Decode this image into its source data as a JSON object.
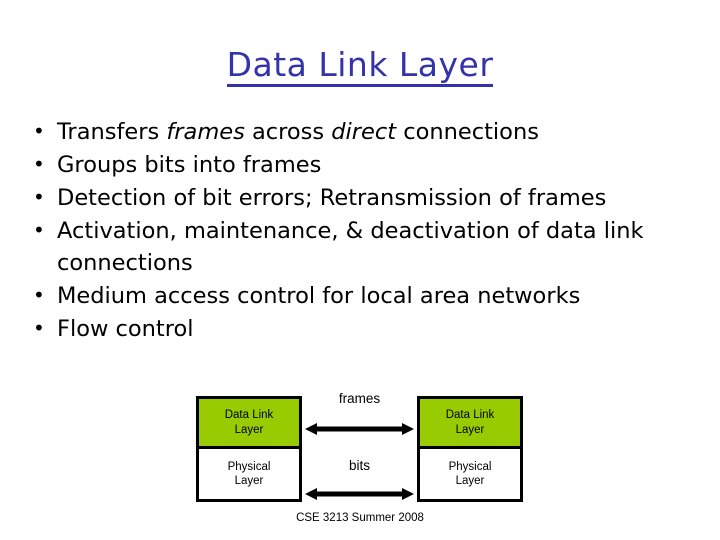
{
  "slide": {
    "title": "Data Link Layer",
    "title_color": "#3333AA",
    "background_color": "#FFFFFF",
    "text_color": "#000000"
  },
  "bullets": [
    {
      "marker": "•",
      "segments": [
        {
          "text": "Transfers ",
          "italic": false
        },
        {
          "text": "frames",
          "italic": true
        },
        {
          "text": " across ",
          "italic": false
        },
        {
          "text": "direct",
          "italic": true
        },
        {
          "text": " connections",
          "italic": false
        }
      ],
      "plain": "Transfers frames across direct connections"
    },
    {
      "marker": "•",
      "segments": [
        {
          "text": "Groups bits into frames",
          "italic": false
        }
      ],
      "plain": "Groups bits into frames"
    },
    {
      "marker": "•",
      "segments": [
        {
          "text": "Detection of bit errors;  Retransmission of frames",
          "italic": false
        }
      ],
      "plain": "Detection of bit errors;  Retransmission of frames"
    },
    {
      "marker": "•",
      "segments": [
        {
          "text": "Activation, maintenance, & deactivation of data link connections",
          "italic": false
        }
      ],
      "plain": "Activation, maintenance, & deactivation of data link connections"
    },
    {
      "marker": "•",
      "segments": [
        {
          "text": "Medium access control for local area networks",
          "italic": false
        }
      ],
      "plain": "Medium access control for local area networks"
    },
    {
      "marker": "•",
      "segments": [
        {
          "text": "Flow control",
          "italic": false
        }
      ],
      "plain": "Flow control"
    }
  ],
  "diagram": {
    "left_stack": {
      "data_link": {
        "line1": "Data Link",
        "line2": "Layer",
        "fill": "#99CC00"
      },
      "physical": {
        "line1": "Physical",
        "line2": "Layer",
        "fill": "#FFFFFF"
      }
    },
    "right_stack": {
      "data_link": {
        "line1": "Data Link",
        "line2": "Layer",
        "fill": "#99CC00"
      },
      "physical": {
        "line1": "Physical",
        "line2": "Layer",
        "fill": "#FFFFFF"
      }
    },
    "arrows": [
      {
        "label": "frames",
        "style": "double-headed"
      },
      {
        "label": "bits",
        "style": "double-headed"
      }
    ],
    "border_color": "#000000"
  },
  "footer": {
    "text": "CSE 3213 Summer 2008"
  }
}
